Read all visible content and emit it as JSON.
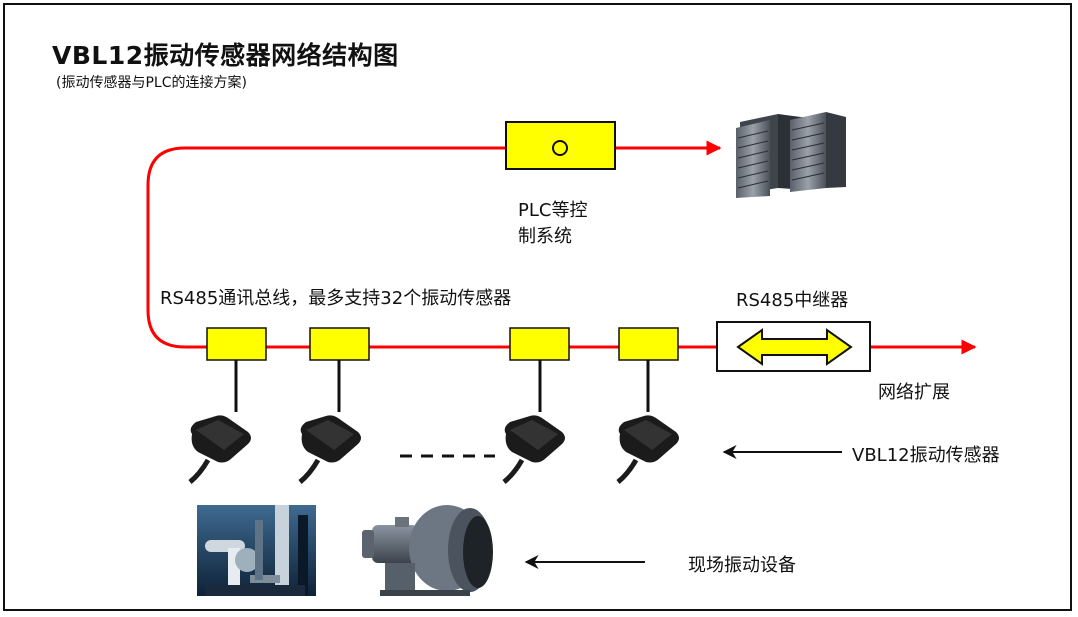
{
  "title": "VBL12振动传感器网络结构图",
  "subtitle": "(振动传感器与PLC的连接方案)",
  "plc_label_line1": "PLC等控",
  "plc_label_line2": "制系统",
  "bus_label": "RS485通讯总线，最多支持32个振动传感器",
  "repeater_label": "RS485中继器",
  "network_label": "网络扩展",
  "sensor_label": "VBL12振动传感器",
  "equipment_label": "现场振动设备",
  "colors": {
    "bus": "#ff0000",
    "node_fill": "#ffff00",
    "border": "#111111"
  },
  "icons": [
    "server-rack",
    "vibration-sensor",
    "industrial-plant",
    "blower-motor",
    "double-arrow"
  ]
}
